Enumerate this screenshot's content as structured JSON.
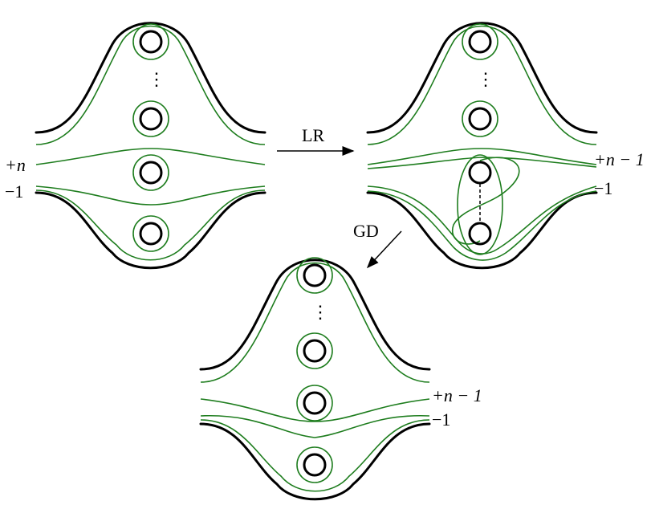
{
  "diagram": {
    "panel_1": {
      "label_top": "+n",
      "label_bottom": "−1"
    },
    "panel_2": {
      "label_top": "+n − 1",
      "label_bottom": "−1"
    },
    "panel_3": {
      "label_top": "+n − 1",
      "label_bottom": "−1"
    },
    "arrow_1": {
      "label": "LR"
    },
    "arrow_2": {
      "label": "GD"
    },
    "ellipsis": "⋮",
    "colors": {
      "surface": "#000000",
      "curves": "#1e7d1e"
    }
  }
}
